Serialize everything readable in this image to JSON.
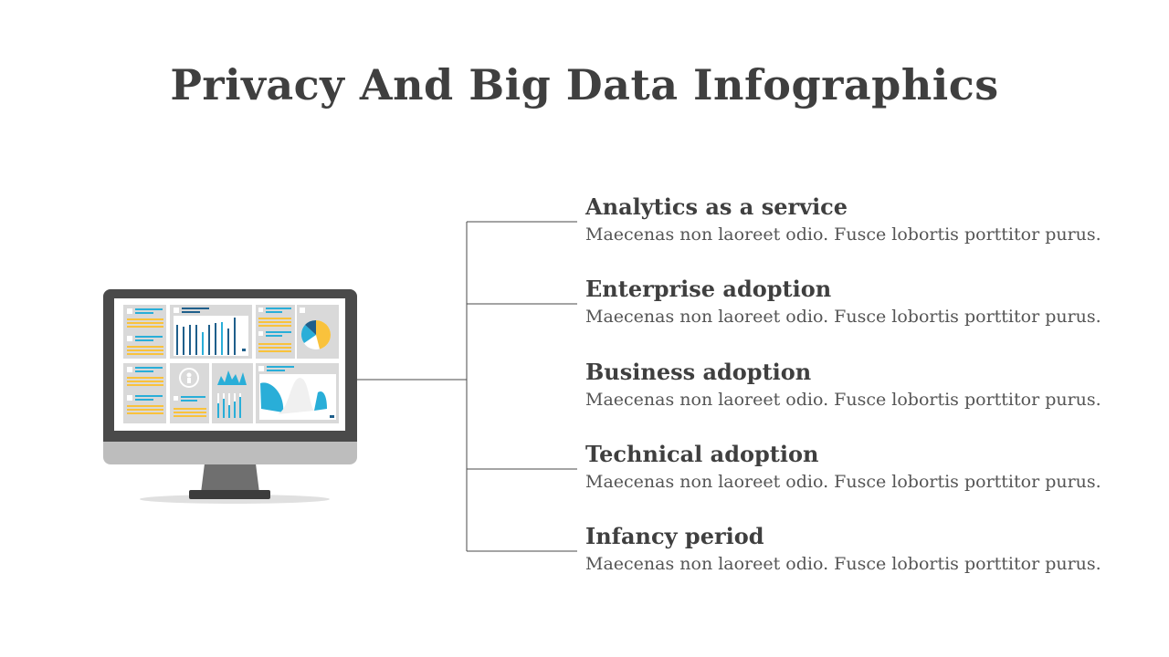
{
  "title": "Privacy And Big Data Infographics",
  "items": [
    {
      "heading": "Analytics as a service",
      "desc": "Maecenas non laoreet odio. Fusce lobortis porttitor purus."
    },
    {
      "heading": "Enterprise adoption",
      "desc": "Maecenas non laoreet odio. Fusce lobortis porttitor purus."
    },
    {
      "heading": "Business adoption",
      "desc": "Maecenas non laoreet odio. Fusce lobortis porttitor purus."
    },
    {
      "heading": "Technical adoption",
      "desc": "Maecenas non laoreet odio. Fusce lobortis porttitor purus."
    },
    {
      "heading": "Infancy period",
      "desc": "Maecenas non laoreet odio. Fusce lobortis porttitor purus."
    }
  ],
  "colors": {
    "title": "#3f3f3f",
    "text": "#555555",
    "accent_blue": "#29aed8",
    "accent_dark_blue": "#1f5f8b",
    "accent_yellow": "#f9c23c",
    "monitor_frame": "#4a4a4a",
    "monitor_base": "#bdbdbd"
  },
  "icons": {
    "monitor": "dashboard-monitor-icon"
  }
}
